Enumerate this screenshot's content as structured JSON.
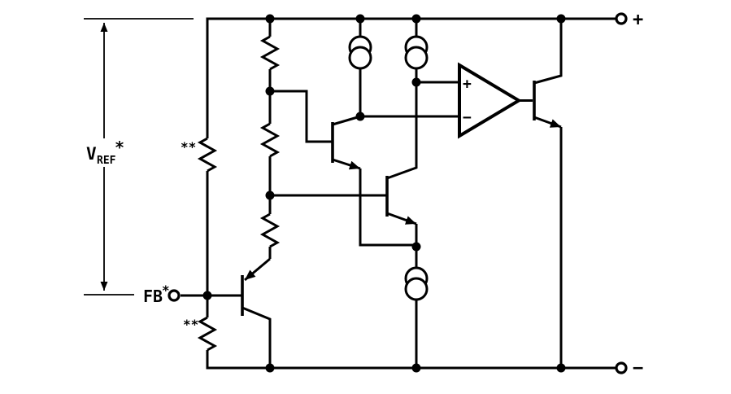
{
  "diagram": {
    "type": "circuit-schematic",
    "background": "#ffffff",
    "ink": "#000000"
  },
  "labels": {
    "vref_v": "V",
    "vref_sub": "REF",
    "vref_star": "*",
    "fb": "FB",
    "fb_star": "*",
    "stars_top": "**",
    "stars_bottom": "**",
    "terminal_plus": "+",
    "terminal_minus": "−",
    "opamp_plus": "+",
    "opamp_minus": "−"
  },
  "symbols": {
    "resistors": 5,
    "current_sources": 3,
    "npn_transistors": 3,
    "pnp_transistors": 1,
    "opamps": 1,
    "terminals": 3
  }
}
